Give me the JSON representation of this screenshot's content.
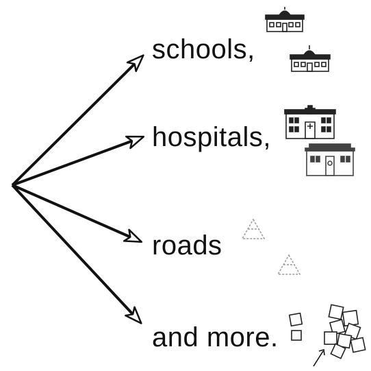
{
  "labels": {
    "schools": "schools,",
    "hospitals": "hospitals,",
    "roads": "roads",
    "more": "and more."
  },
  "colors": {
    "ink": "#111111",
    "faint": "#9a9a9a",
    "background": "#ffffff"
  },
  "icons": {
    "schools": "school-building-icon",
    "hospitals": "hospital-building-icon",
    "roads": "road-cone-icon",
    "more": "blocks-icon"
  }
}
